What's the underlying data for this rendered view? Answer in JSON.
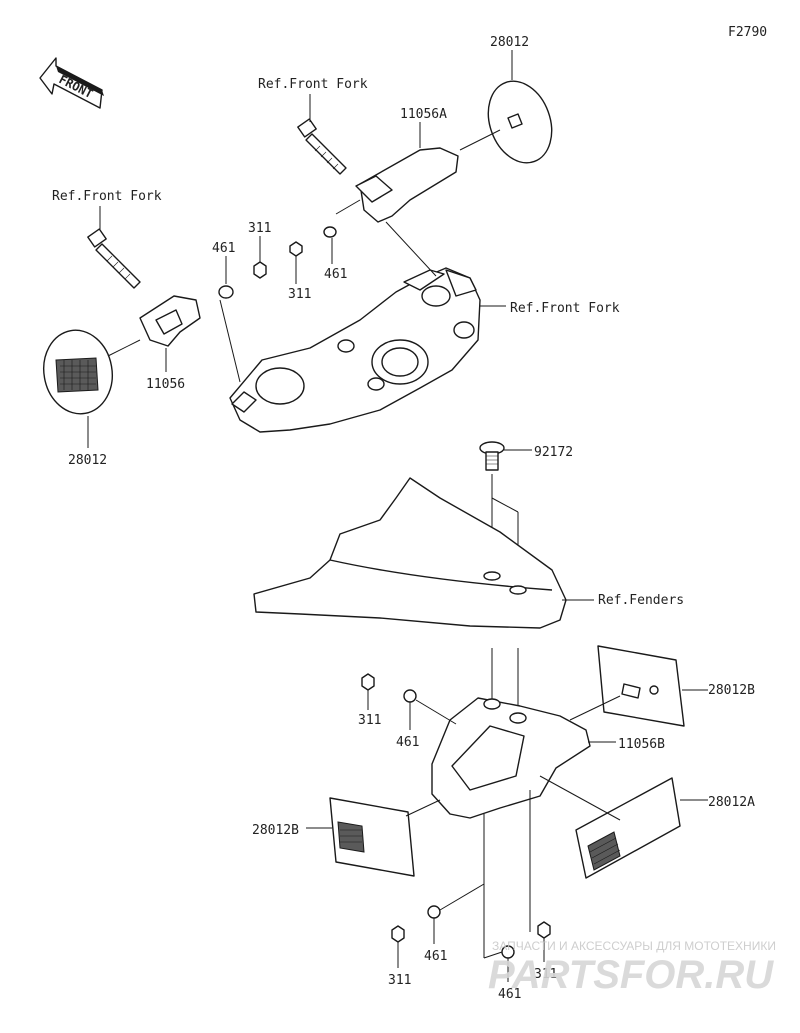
{
  "figure_id": "F2790",
  "front_label": "FRONT",
  "labels": {
    "p28012_top": "28012",
    "p28012_left": "28012",
    "p11056A": "11056A",
    "p11056": "11056",
    "p11056B": "11056B",
    "p28012A": "28012A",
    "p28012B_right": "28012B",
    "p28012B_left": "28012B",
    "p92172": "92172",
    "ref_front_fork_1": "Ref.Front Fork",
    "ref_front_fork_2": "Ref.Front Fork",
    "ref_front_fork_3": "Ref.Front Fork",
    "ref_fenders": "Ref.Fenders",
    "n311_a": "311",
    "n311_b": "311",
    "n461_a": "461",
    "n461_b": "461",
    "n311_c": "311",
    "n461_c": "461",
    "n311_d": "311",
    "n461_d": "461",
    "n311_e": "311",
    "n461_e": "461"
  },
  "watermark": {
    "tagline": "ЗАПЧАСТИ И АКСЕССУАРЫ ДЛЯ МОТОТЕХНИКИ",
    "logo": "PARTSFOR.RU"
  }
}
